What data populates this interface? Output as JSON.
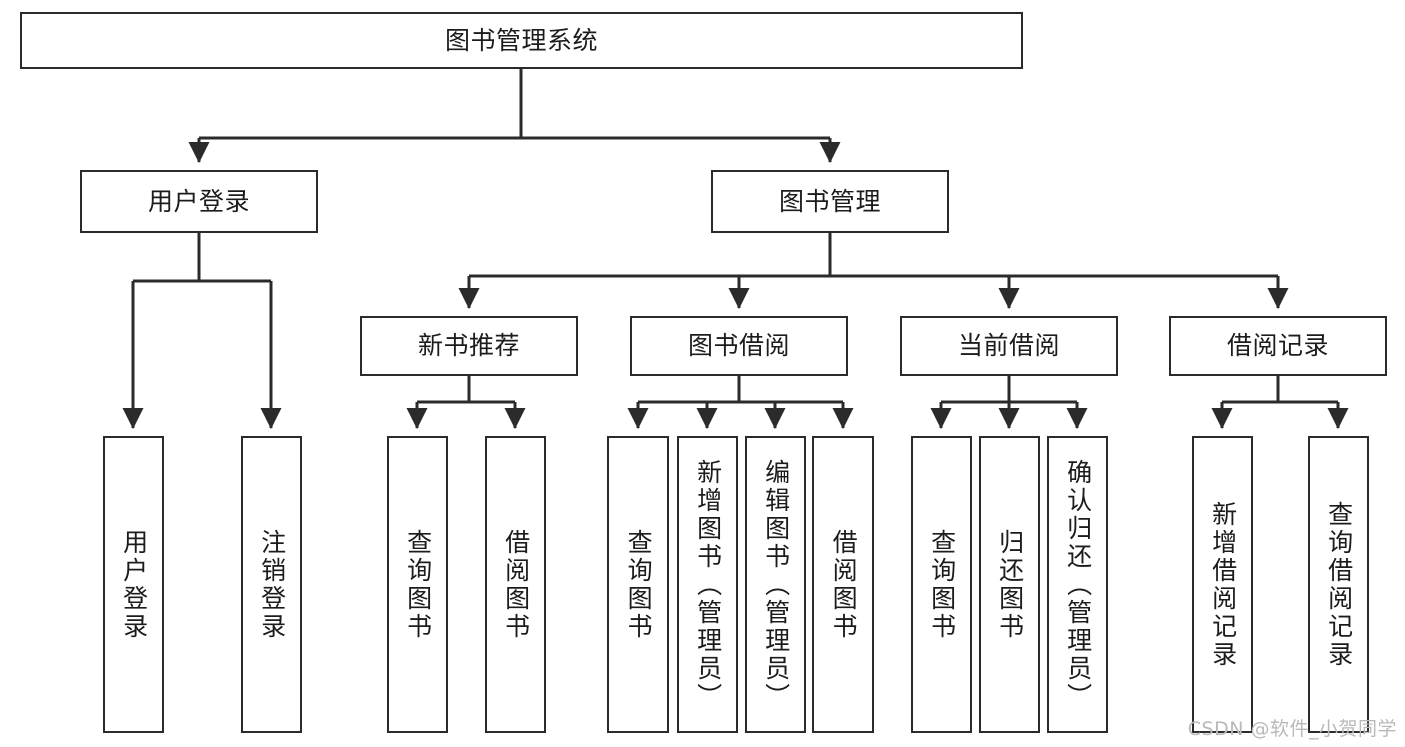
{
  "diagram": {
    "type": "tree-hierarchy-chart",
    "title_node": {
      "id": "root",
      "label": "图书管理系统"
    },
    "level2": [
      {
        "id": "user-login",
        "label": "用户登录"
      },
      {
        "id": "book-manage",
        "label": "图书管理"
      }
    ],
    "level3": [
      {
        "id": "new-book-rec",
        "label": "新书推荐"
      },
      {
        "id": "book-borrow",
        "label": "图书借阅"
      },
      {
        "id": "current-borrow",
        "label": "当前借阅"
      },
      {
        "id": "borrow-record",
        "label": "借阅记录"
      }
    ],
    "leaves": [
      {
        "id": "leaf-user-login",
        "label": "用户登录",
        "parent": "user-login"
      },
      {
        "id": "leaf-logout",
        "label": "注销登录",
        "parent": "user-login"
      },
      {
        "id": "leaf-query-book-1",
        "label": "查询图书",
        "parent": "new-book-rec"
      },
      {
        "id": "leaf-borrow-book-1",
        "label": "借阅图书",
        "parent": "new-book-rec"
      },
      {
        "id": "leaf-query-book-2",
        "label": "查询图书",
        "parent": "book-borrow"
      },
      {
        "id": "leaf-add-book",
        "label": "新增图书（管理员）",
        "parent": "book-borrow"
      },
      {
        "id": "leaf-edit-book",
        "label": "编辑图书（管理员）",
        "parent": "book-borrow"
      },
      {
        "id": "leaf-borrow-book-2",
        "label": "借阅图书",
        "parent": "book-borrow"
      },
      {
        "id": "leaf-query-book-3",
        "label": "查询图书",
        "parent": "current-borrow"
      },
      {
        "id": "leaf-return-book",
        "label": "归还图书",
        "parent": "current-borrow"
      },
      {
        "id": "leaf-confirm-return",
        "label": "确认归还（管理员）",
        "parent": "current-borrow"
      },
      {
        "id": "leaf-add-record",
        "label": "新增借阅记录",
        "parent": "borrow-record"
      },
      {
        "id": "leaf-query-record",
        "label": "查询借阅记录",
        "parent": "borrow-record"
      }
    ],
    "colors": {
      "stroke": "#2b2b2b",
      "fill": "#ffffff",
      "text": "#1c1c1c",
      "watermark": "#b9b9b9"
    }
  },
  "watermark": {
    "text": "CSDN @软件_小贺同学"
  }
}
